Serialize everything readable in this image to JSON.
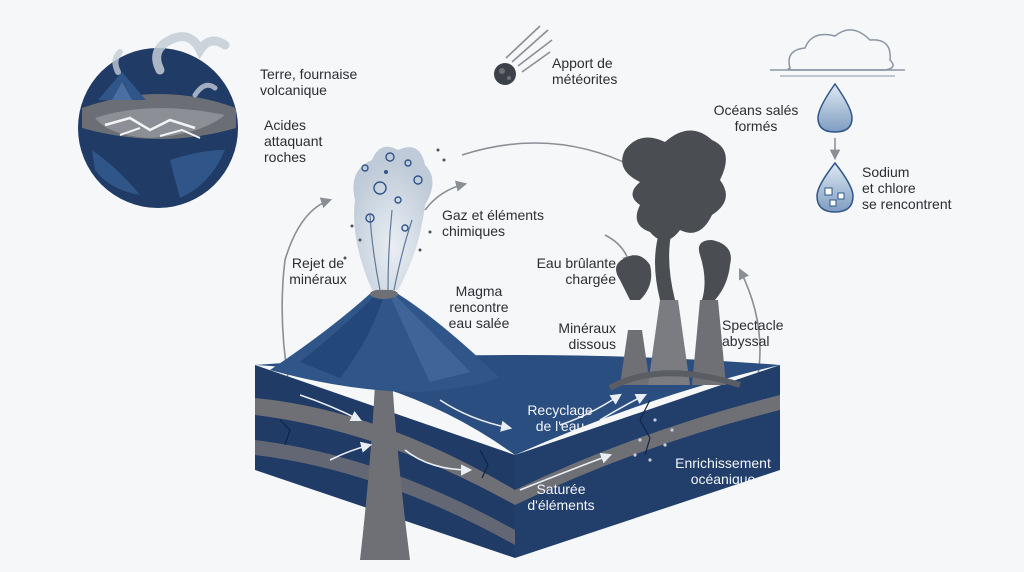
{
  "colors": {
    "background": "#f6f7f8",
    "ocean_dark": "#1f3b66",
    "ocean_mid": "#2f5589",
    "rock_grey": "#6e7075",
    "smoke_dark": "#4a4d52",
    "steam_light": "#c9d4e0",
    "arrow_grey": "#8a8f96",
    "text": "#2a2e33"
  },
  "icons": {
    "earth": "volcanic-earth-globe-icon",
    "meteorite": "meteorite-icon",
    "cloud": "rain-cloud-icon",
    "drop": "water-drop-icon",
    "salt_drop": "salt-crystal-drop-icon"
  },
  "labels": {
    "earth": [
      "Terre, fournaise",
      "volcanique"
    ],
    "acids": [
      "Acides",
      "attaquant",
      "roches"
    ],
    "meteorites": [
      "Apport de",
      "météorites"
    ],
    "oceans_formed": [
      "Océans salés",
      "formés"
    ],
    "sodium_chlore": [
      "Sodium",
      "et chlore",
      "se rencontrent"
    ],
    "gases": [
      "Gaz et éléments",
      "chimiques"
    ],
    "rejet": [
      "Rejet de",
      "minéraux"
    ],
    "magma": [
      "Magma",
      "rencontre",
      "eau salée"
    ],
    "eau_brulante": [
      "Eau brûlante",
      "chargée"
    ],
    "mineraux_dissous": [
      "Minéraux",
      "dissous"
    ],
    "spectacle": [
      "Spectacle",
      "abyssal"
    ],
    "recyclage": [
      "Recyclage",
      "de l'eau"
    ],
    "saturee": [
      "Saturée",
      "d'éléments"
    ],
    "enrichissement": [
      "Enrichissement",
      "océanique"
    ]
  }
}
